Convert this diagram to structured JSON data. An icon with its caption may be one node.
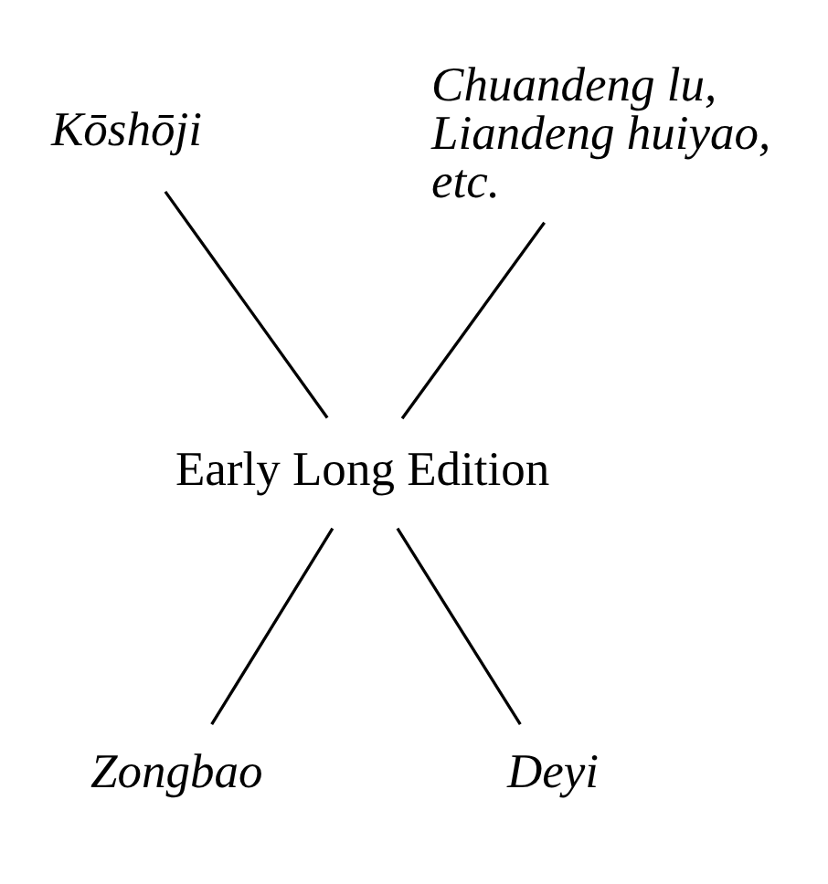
{
  "diagram": {
    "nodes": [
      {
        "text": [
          "Kōshōji"
        ]
      },
      {
        "text": [
          "Chuandeng lu, Liandeng huiyao, etc."
        ]
      },
      {
        "text": [
          "Early Long Edition"
        ]
      },
      {
        "text": [
          "Zongbao"
        ]
      },
      {
        "text": [
          "Deyi"
        ]
      }
    ],
    "edges": [
      {
        "from": 1,
        "to": 2,
        "arrow": "none"
      },
      {
        "from": 0,
        "to": 2,
        "arrow": "none"
      },
      {
        "from": 2,
        "to": 3,
        "arrow": "none"
      },
      {
        "from": 2,
        "to": 4,
        "arrow": "none"
      }
    ]
  }
}
